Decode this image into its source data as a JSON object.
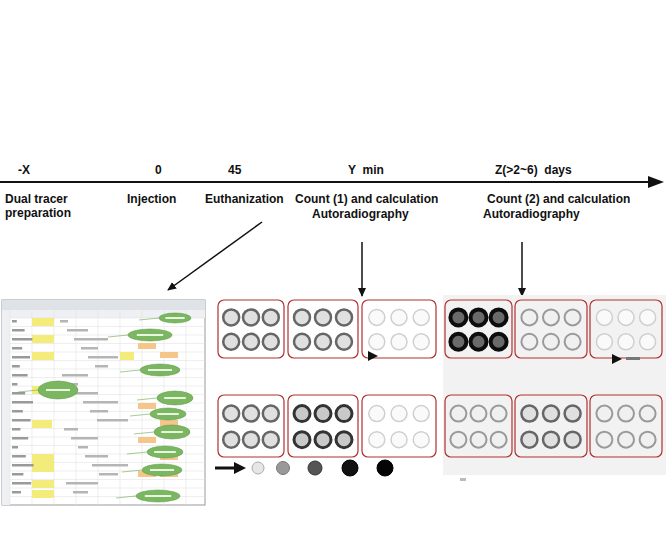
{
  "diagram": {
    "labels": [
      "-X",
      "Dual tracer preparation",
      "0",
      "Injection",
      "45",
      "Euthanization",
      "Y  min",
      "Count (1) and calculation",
      "Autoradiography",
      "Z(>2~6)  days",
      "Count (2) and calculation",
      "Autoradiography"
    ]
  }
}
